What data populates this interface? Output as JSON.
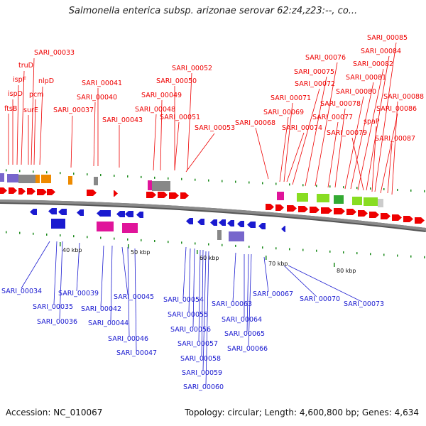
{
  "title": "Salmonella enterica subsp. arizonae serovar 62:z4,z23:--, co...",
  "footer": {
    "accession": "Accession: NC_010067",
    "summary": "Topology: circular; Length: 4,600,800 bp; Genes: 4,634"
  },
  "kbp_labels": [
    "40 kbp",
    "50 kbp",
    "60 kbp",
    "70 kbp",
    "80 kbp"
  ],
  "forward_labels": [
    "SARI_00033",
    "truD",
    "ispF",
    "ispD",
    "ftsB",
    "pcm",
    "surE",
    "nlpD",
    "SARI_00037",
    "SARI_00041",
    "SARI_00040",
    "SARI_00043",
    "SARI_00052",
    "SARI_00050",
    "SARI_00049",
    "SARI_00048",
    "SARI_00051",
    "SARI_00053",
    "SARI_00068",
    "SARI_00069",
    "SARI_00071",
    "SARI_00072",
    "SARI_00075",
    "SARI_00076",
    "SARI_00074",
    "SARI_00077",
    "SARI_00078",
    "SARI_00080",
    "SARI_00081",
    "SARI_00082",
    "SARI_00084",
    "SARI_00085",
    "SARI_00079",
    "spaP",
    "SARI_00086",
    "SARI_00087",
    "SARI_00088"
  ],
  "reverse_labels": [
    "SARI_00034",
    "SARI_00035",
    "SARI_00036",
    "SARI_00039",
    "SARI_00042",
    "SARI_00044",
    "SARI_00045",
    "SARI_00046",
    "SARI_00047",
    "SARI_00054",
    "SARI_00055",
    "SARI_00056",
    "SARI_00057",
    "SARI_00058",
    "SARI_00059",
    "SARI_00060",
    "SARI_00063",
    "SARI_00064",
    "SARI_00065",
    "SARI_00066",
    "SARI_00067",
    "SARI_00070",
    "SARI_00073"
  ],
  "colors": {
    "forward_cds": "#ee0000",
    "reverse_cds": "#1a1ad0",
    "backbone": "#8a8a8a",
    "tick": "#1a8a1a",
    "trna_magenta": "#e0149a",
    "rrna_green": "#88dd22",
    "gray_feature": "#888888",
    "orange_feature": "#ee8a00",
    "purple_feature": "#7766cc"
  }
}
